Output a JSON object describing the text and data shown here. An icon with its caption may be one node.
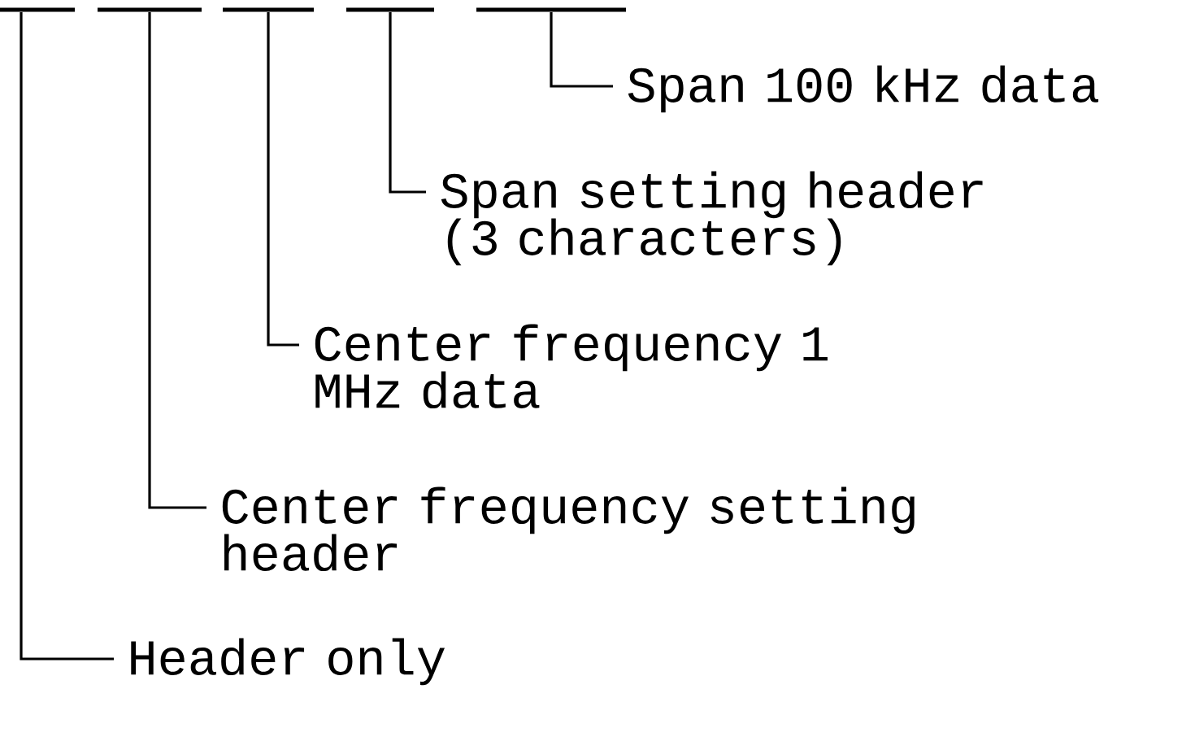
{
  "diagram": {
    "nodes": [
      {
        "text": [],
        "shape": "bar"
      },
      {
        "text": [],
        "shape": "bar"
      },
      {
        "text": [],
        "shape": "bar"
      },
      {
        "text": [],
        "shape": "bar"
      },
      {
        "text": [],
        "shape": "bar"
      },
      {
        "text": [
          "Span 100 kHz data"
        ]
      },
      {
        "text": [
          "Span setting header (3 characters)"
        ]
      },
      {
        "text": [
          "Center frequency 1 MHz data"
        ]
      },
      {
        "text": [
          "Center frequency setting header"
        ]
      },
      {
        "text": [
          "Header only"
        ]
      }
    ],
    "edges": [
      {
        "from": 5,
        "to": 4,
        "arrow": "none"
      },
      {
        "from": 6,
        "to": 3,
        "arrow": "none"
      },
      {
        "from": 7,
        "to": 2,
        "arrow": "none"
      },
      {
        "from": 8,
        "to": 1,
        "arrow": "none"
      },
      {
        "from": 9,
        "to": 0,
        "arrow": "none"
      }
    ]
  }
}
